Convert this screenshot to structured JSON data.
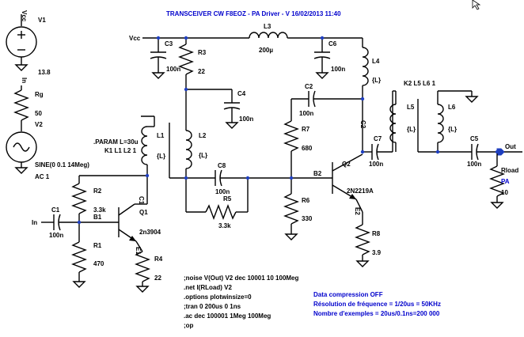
{
  "title": "TRANSCEIVER CW F8EOZ - PA Driver - V 16/02/2013 11:40",
  "sources": {
    "v1": {
      "terminal": "Vcc",
      "name": "V1",
      "value": "13.8"
    },
    "v2": {
      "terminal": "In",
      "name": "V2",
      "value": "SINE(0 0.1 14Meg)",
      "ac": "AC 1"
    }
  },
  "components": {
    "rg": {
      "name": "Rg",
      "value": "50"
    },
    "c1": {
      "name": "C1",
      "value": "100n"
    },
    "c3": {
      "name": "C3",
      "value": "100n"
    },
    "r3": {
      "name": "R3",
      "value": "22"
    },
    "l3": {
      "name": "L3",
      "value": "200µ"
    },
    "c6": {
      "name": "C6",
      "value": "100n"
    },
    "l4": {
      "name": "L4",
      "value": "{L}"
    },
    "c4": {
      "name": "C4",
      "value": "100n"
    },
    "c2": {
      "name": "C2",
      "value": "100n"
    },
    "r7": {
      "name": "R7",
      "value": "680"
    },
    "l1": {
      "name": "L1",
      "value": "{L}"
    },
    "l2": {
      "name": "L2",
      "value": "{L}"
    },
    "c8": {
      "name": "C8",
      "value": "100n"
    },
    "r5": {
      "name": "R5",
      "value": "3.3k"
    },
    "r2": {
      "name": "R2",
      "value": "3.3k"
    },
    "r1": {
      "name": "R1",
      "value": "470"
    },
    "r6": {
      "name": "R6",
      "value": "330"
    },
    "r4": {
      "name": "R4",
      "value": "22"
    },
    "r8": {
      "name": "R8",
      "value": "3.9"
    },
    "q1": {
      "name": "Q1",
      "value": "2n3904"
    },
    "q2": {
      "name": "Q2",
      "value": "2N2219A"
    },
    "l5": {
      "name": "L5",
      "value": "{L}"
    },
    "l6": {
      "name": "L6",
      "value": "{L}"
    },
    "c7": {
      "name": "C7",
      "value": "100n"
    },
    "c5": {
      "name": "C5",
      "value": "100n"
    },
    "rload": {
      "name": "Rload",
      "value": "10"
    }
  },
  "nets": {
    "vcc": "Vcc",
    "in": "In",
    "out": "Out",
    "pa": "PA",
    "b1": "B1",
    "b2": "B2",
    "c1": "C1",
    "c2": "C2",
    "e1": "E1",
    "e2": "E2"
  },
  "directives": {
    "param": ".PARAM L=30u",
    "k1": "K1 L1 L2 1",
    "k2": "K2 L5 L6 1",
    "noise": ";noise V(Out) V2 dec 10001 10 100Meg",
    "net": ".net I(RLoad) V2",
    "options": ".options plotwinsize=0",
    "tran": ";tran 0 200us 0 1ns",
    "ac": ".ac dec 100001 1Meg 100Meg",
    "op": ";op"
  },
  "notes": {
    "compression": "Data compression OFF",
    "resolution": "Résolution de fréquence = 1/20us = 50KHz",
    "samples": "Nombre d'exemples = 20us/0.1ns=200 000"
  },
  "colors": {
    "wire": "#000000",
    "note": "#0000cc",
    "junction": "#1f3fbf"
  }
}
